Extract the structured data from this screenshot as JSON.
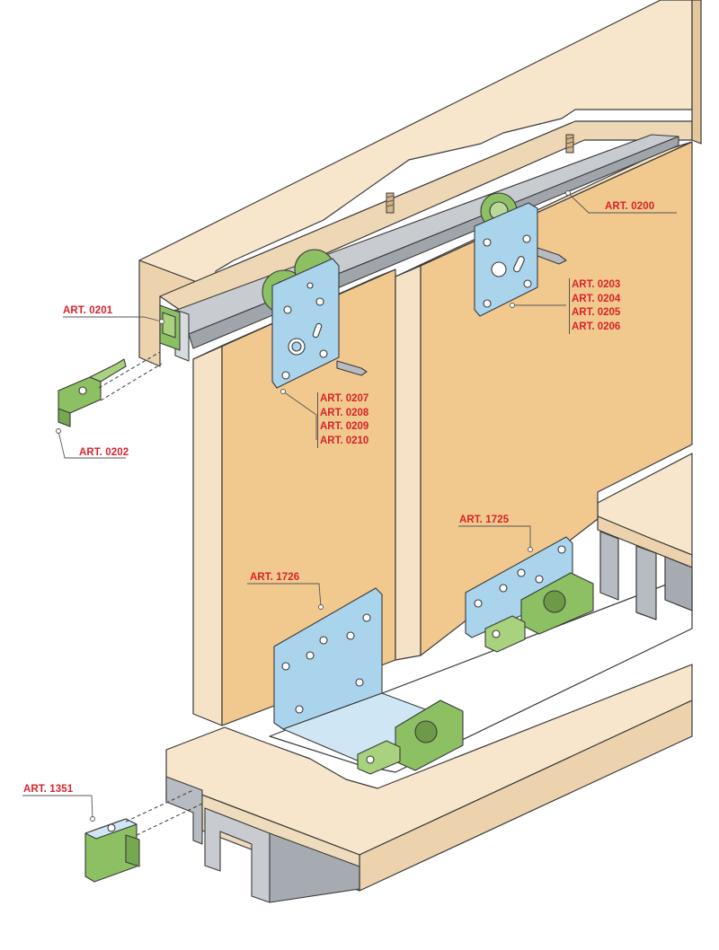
{
  "colors": {
    "label_red": "#d8232a",
    "wood_light": "#f7e6cc",
    "wood_panel": "#f1c98e",
    "wood_edge": "#ecd3ad",
    "metal_blue": "#a9d4ec",
    "track_grey": "#b7bcc2",
    "roller_green": "#8cc063",
    "outline": "#3a3a3a"
  },
  "labels": {
    "art_0200": "ART. 0200",
    "art_0201": "ART. 0201",
    "art_0202": "ART. 0202",
    "art_0203_group": [
      "ART. 0203",
      "ART. 0204",
      "ART. 0205",
      "ART. 0206"
    ],
    "art_0207_group": [
      "ART. 0207",
      "ART. 0208",
      "ART. 0209",
      "ART. 0210"
    ],
    "art_1725": "ART. 1725",
    "art_1726": "ART. 1726",
    "art_1351": "ART. 1351"
  }
}
